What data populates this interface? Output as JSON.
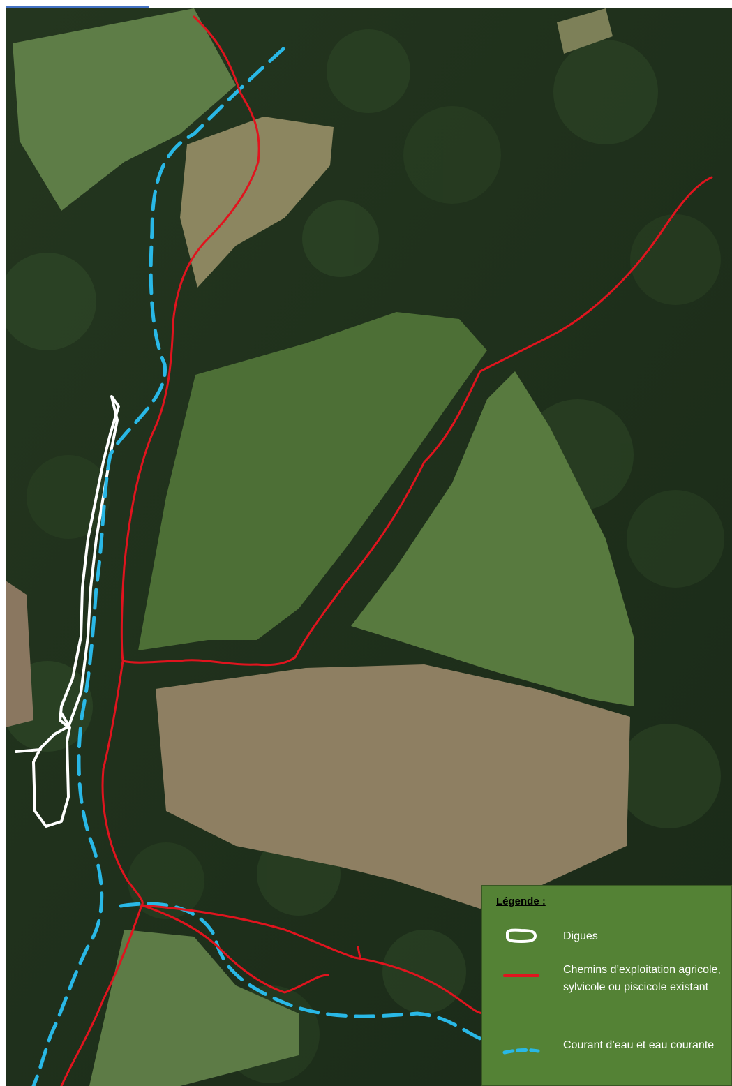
{
  "map": {
    "feature_colors": {
      "dikes": "#ffffff",
      "paths": "#e0141e",
      "watercourse": "#29b8e6"
    }
  },
  "legend": {
    "title": "Légende :",
    "background": "#548235",
    "items": [
      {
        "key": "dikes",
        "label": "Digues",
        "symbol": "white-outline-loop-icon"
      },
      {
        "key": "paths",
        "label": "Chemins d’exploitation agricole, sylvicole ou piscicole existant",
        "symbol": "red-line-icon"
      },
      {
        "key": "watercourse",
        "label": "Courant d’eau et eau courante",
        "symbol": "blue-dashed-line-icon"
      }
    ]
  }
}
